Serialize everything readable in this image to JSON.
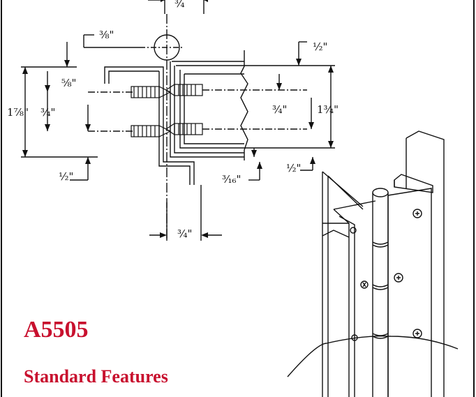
{
  "colors": {
    "heading": "#c8102e",
    "line": "#111111",
    "background": "#ffffff"
  },
  "drawing": {
    "dimensions": {
      "top_overall": "¾",
      "hinge_offset": "⅜\"",
      "right_top": "½\"",
      "left_top_offset": "⅝\"",
      "left_overall": "1⅞\"",
      "left_hole_spacing": "¾\"",
      "right_hole_spacing": "¾\"",
      "right_overall": "1¾\"",
      "left_bottom": "½\"",
      "right_bottom": "½\"",
      "leaf_gap": "³⁄₁₆\"",
      "bottom_width": "¾\""
    }
  },
  "product": {
    "code": "A5505",
    "features_heading": "Standard Features"
  }
}
